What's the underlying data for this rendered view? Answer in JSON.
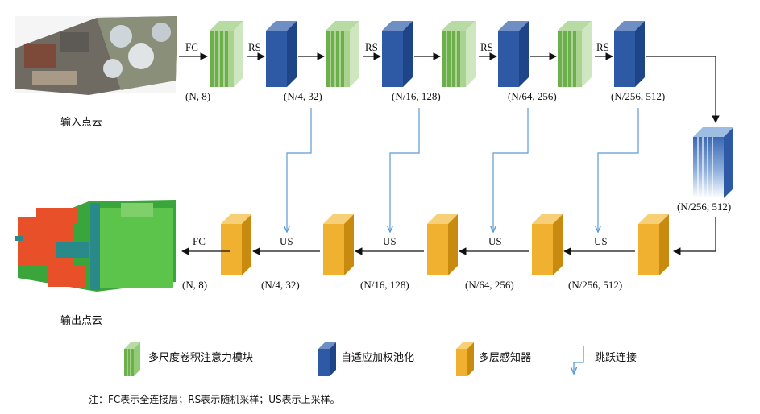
{
  "labels": {
    "input_caption": "输入点云",
    "output_caption": "输出点云",
    "fc": "FC",
    "rs": "RS",
    "us": "US"
  },
  "encoder_dims": [
    "(N, 8)",
    "(N/4, 32)",
    "(N/16, 128)",
    "(N/64, 256)",
    "(N/256, 512)"
  ],
  "middle_dim": "(N/256, 512)",
  "decoder_dims": [
    "(N/256, 512)",
    "(N/64, 256)",
    "(N/16, 128)",
    "(N/4, 32)",
    "(N, 8)"
  ],
  "legend": {
    "attention": "多尺度卷积注意力模块",
    "pooling": "自适应加权池化",
    "mlp": "多层感知器",
    "skip": "跳跃连接"
  },
  "note": "注：FC表示全连接层；RS表示随机采样；US表示上采样。",
  "colors": {
    "green": "#7bbd5a",
    "blue": "#2e5aa5",
    "orange": "#f0b030",
    "skip": "#5b9bd5"
  }
}
